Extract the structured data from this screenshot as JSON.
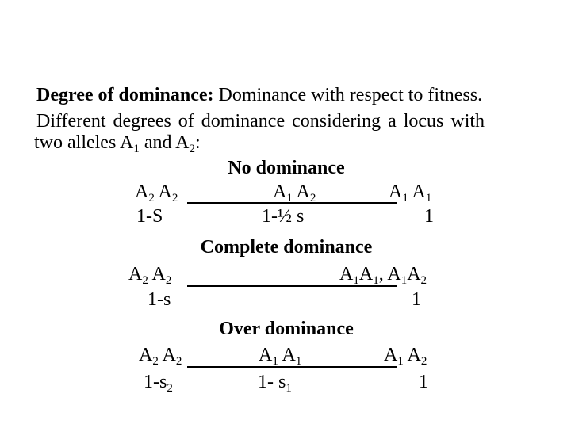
{
  "intro": {
    "heading": "Degree of dominance:",
    "heading_rest": " Dominance with respect to fitness.",
    "line2": "Different degrees of dominance considering a locus with",
    "line3_pre": "two alleles A",
    "line3_sub1": "1",
    "line3_mid": " and A",
    "line3_sub2": "2",
    "line3_post": ":"
  },
  "sections": [
    {
      "title": "No dominance",
      "left": {
        "genotype": [
          "A",
          "2",
          " A",
          "2"
        ],
        "fitness": "1-S"
      },
      "middle": {
        "genotype": [
          "A",
          "1",
          " A",
          "2"
        ],
        "fitness": "1-½ s"
      },
      "right": {
        "genotype": [
          "A",
          "1",
          " A",
          "1"
        ],
        "fitness": "1"
      }
    },
    {
      "title": "Complete dominance",
      "left": {
        "genotype": [
          "A",
          "2",
          " A",
          "2"
        ],
        "fitness": "1-s"
      },
      "right": {
        "genotype": [
          "A",
          "1",
          "A",
          "1",
          ", A",
          "1",
          "A",
          "2"
        ],
        "fitness": "1"
      }
    },
    {
      "title": "Over dominance",
      "left": {
        "genotype": [
          "A",
          "2",
          " A",
          "2"
        ],
        "fitness_base": "1-s",
        "fitness_sub": "2"
      },
      "middle": {
        "genotype": [
          "A",
          "1",
          " A",
          "1"
        ],
        "fitness_base": "1- s",
        "fitness_sub": "1"
      },
      "right": {
        "genotype": [
          "A",
          "1",
          " A",
          "2"
        ],
        "fitness": "1"
      }
    }
  ]
}
